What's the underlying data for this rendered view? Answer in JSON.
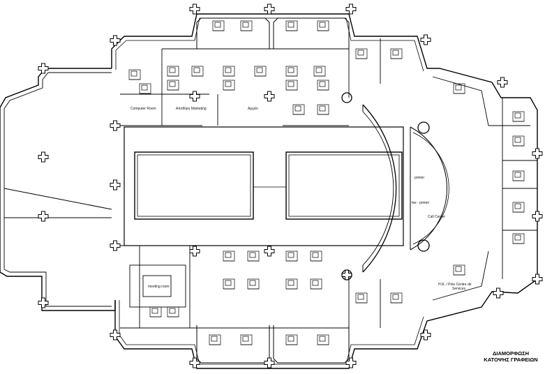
{
  "title": {
    "line1": "ΔΙΑΜΟΡΦΩΣΗ",
    "line2": "ΚΑΤΟΨΗΣ ΓΡΑΦΕΙΩΝ"
  },
  "rooms": {
    "computer_room": "Computer Room",
    "marketing": "Αποθήκη Marketing",
    "archive": "Αρχείο",
    "meeting_room": "meeting room",
    "printer": "printer",
    "fax_printer": "fax - printer",
    "call_center": "Call Center",
    "hr_line1": "H.R. / Pole Centre de",
    "hr_line2": "Services"
  },
  "icons": {
    "marker": "column-marker-icon",
    "workstation": "workstation-icon"
  }
}
